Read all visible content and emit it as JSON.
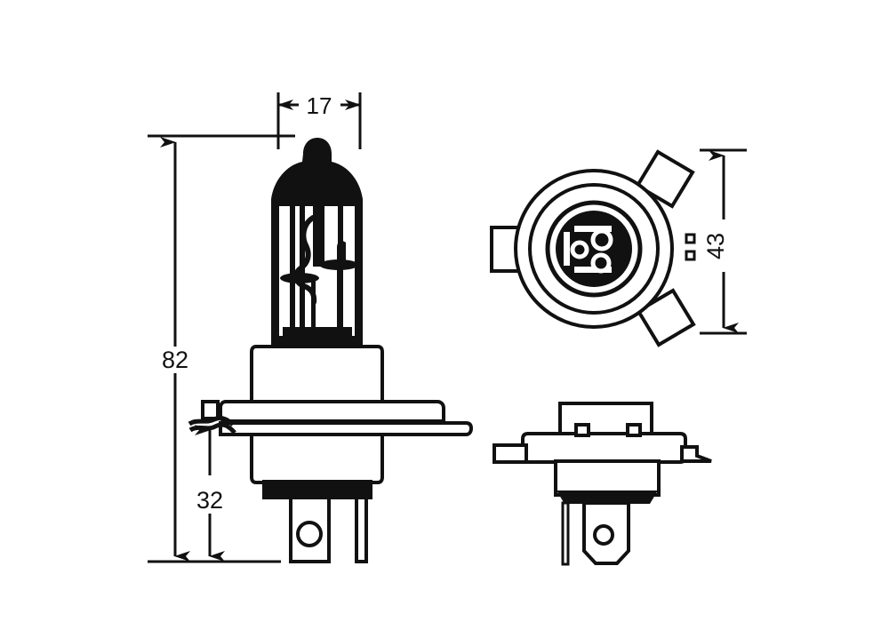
{
  "drawing": {
    "title": "H4 Halogen Bulb Technical Dimension Drawing",
    "background_color": "#ffffff",
    "line_color": "#111111",
    "fill_black": "#111111",
    "fill_white": "#ffffff",
    "dimension_unit": "mm"
  },
  "dimensions": {
    "overall_height": "82",
    "flange_to_pin": "32",
    "glass_width": "17",
    "base_diameter": "43"
  },
  "views": {
    "front": {
      "name": "front-elevation-view",
      "label_overall": "82",
      "label_lower": "32",
      "label_width": "17"
    },
    "base": {
      "name": "base-plan-view",
      "label_diameter": "43",
      "tab_count": "3",
      "contact_count": "3"
    },
    "side": {
      "name": "side-elevation-view"
    }
  },
  "annotations": {
    "arrow_style": "filled-triangle",
    "line_weight": "3"
  }
}
